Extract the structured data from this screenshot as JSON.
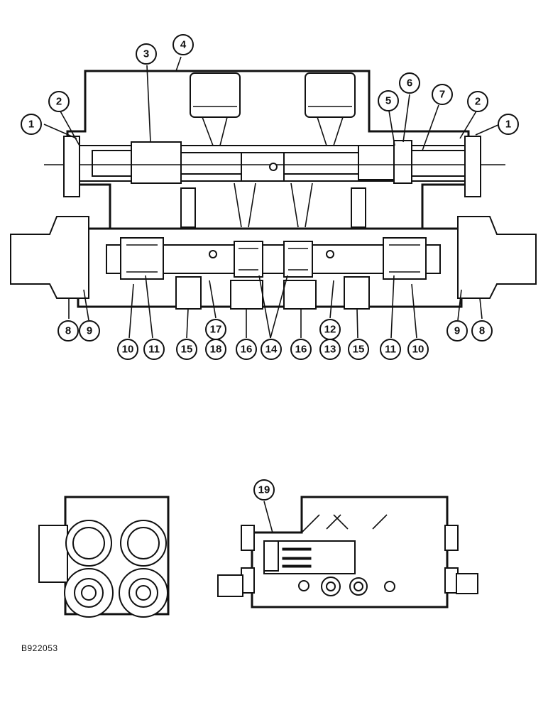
{
  "figure_code": "B922053",
  "callouts": [
    {
      "id": "1a",
      "label": "1"
    },
    {
      "id": "2a",
      "label": "2"
    },
    {
      "id": "3",
      "label": "3"
    },
    {
      "id": "4",
      "label": "4"
    },
    {
      "id": "5",
      "label": "5"
    },
    {
      "id": "6",
      "label": "6"
    },
    {
      "id": "7",
      "label": "7"
    },
    {
      "id": "2b",
      "label": "2"
    },
    {
      "id": "1b",
      "label": "1"
    },
    {
      "id": "8a",
      "label": "8"
    },
    {
      "id": "9a",
      "label": "9"
    },
    {
      "id": "10a",
      "label": "10"
    },
    {
      "id": "11a",
      "label": "11"
    },
    {
      "id": "15a",
      "label": "15"
    },
    {
      "id": "17",
      "label": "17"
    },
    {
      "id": "18",
      "label": "18"
    },
    {
      "id": "16a",
      "label": "16"
    },
    {
      "id": "14",
      "label": "14"
    },
    {
      "id": "16b",
      "label": "16"
    },
    {
      "id": "12",
      "label": "12"
    },
    {
      "id": "13",
      "label": "13"
    },
    {
      "id": "15b",
      "label": "15"
    },
    {
      "id": "11b",
      "label": "11"
    },
    {
      "id": "10b",
      "label": "10"
    },
    {
      "id": "9b",
      "label": "9"
    },
    {
      "id": "8b",
      "label": "8"
    },
    {
      "id": "19",
      "label": "19"
    }
  ]
}
